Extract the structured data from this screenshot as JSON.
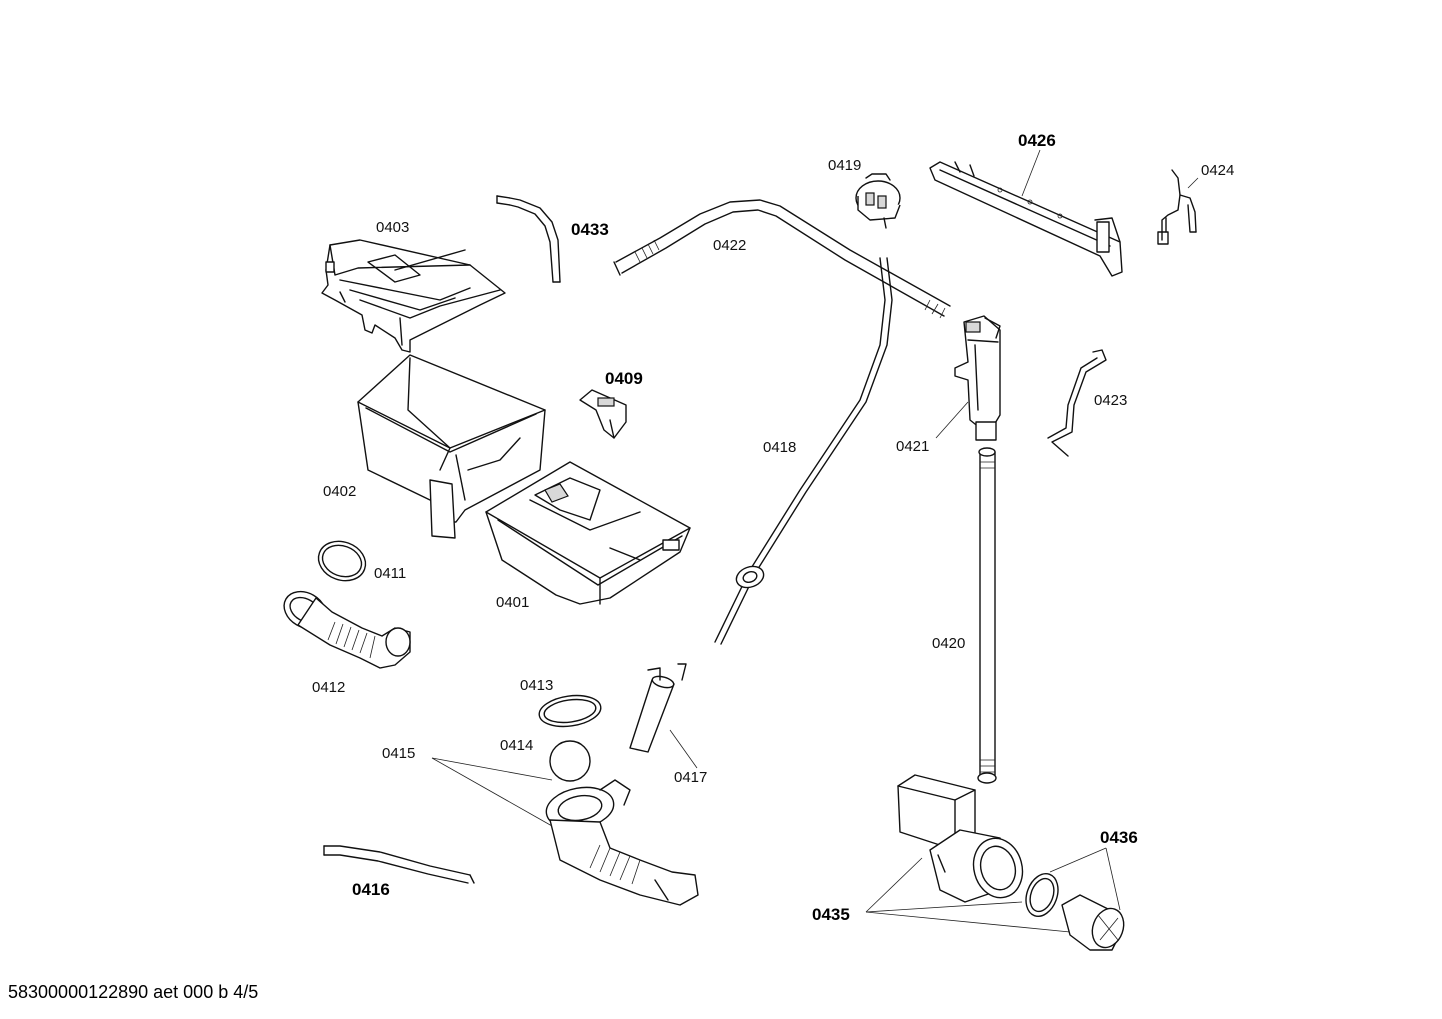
{
  "parts": {
    "p0401": "0401",
    "p0402": "0402",
    "p0403": "0403",
    "p0409": "0409",
    "p0411": "0411",
    "p0412": "0412",
    "p0413": "0413",
    "p0414": "0414",
    "p0415": "0415",
    "p0416": "0416",
    "p0417": "0417",
    "p0418": "0418",
    "p0419": "0419",
    "p0420": "0420",
    "p0421": "0421",
    "p0422": "0422",
    "p0423": "0423",
    "p0424": "0424",
    "p0426": "0426",
    "p0433": "0433",
    "p0435": "0435",
    "p0436": "0436"
  },
  "footer": {
    "drawing_id": "58300000122890 aet 000 b 4/5"
  }
}
